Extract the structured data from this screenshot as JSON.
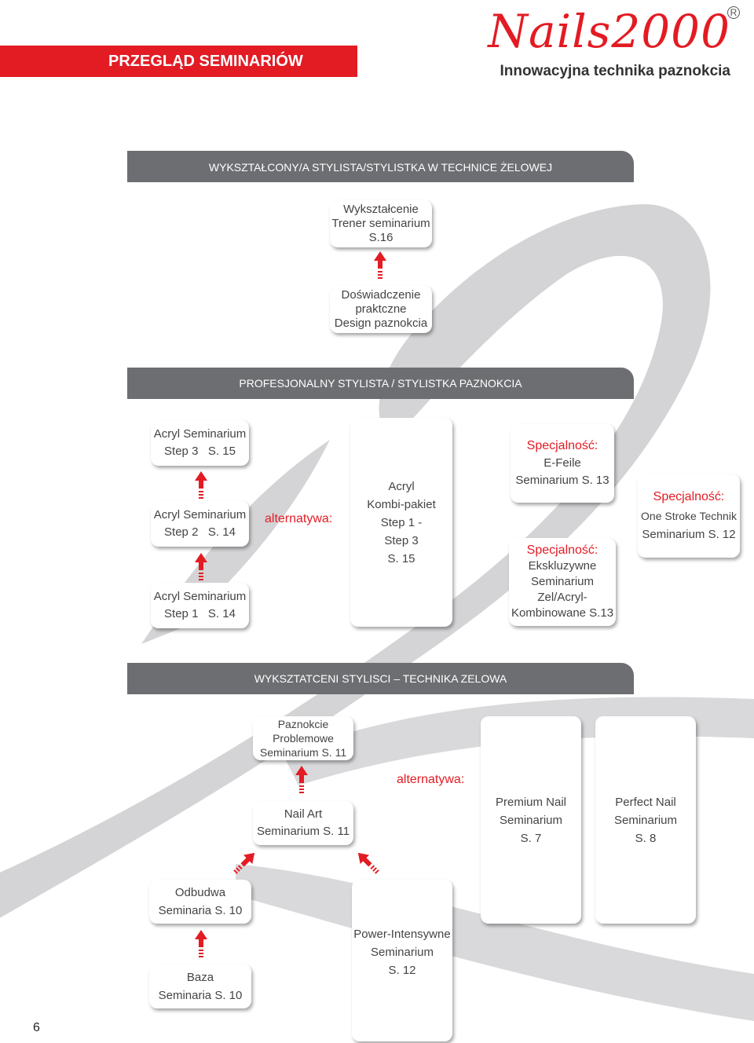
{
  "header": {
    "title": "PRZEGLĄD SEMINARIÓW",
    "logo_text": "Nails2000",
    "logo_tagline": "Innowacyjna technika paznokcia",
    "logo_reg": "R"
  },
  "colors": {
    "accent": "#e31b23",
    "bar": "#6d6e71",
    "swoosh": "#d4d4d6"
  },
  "levels": {
    "top": "WYKSZTAŁCONY/A STYLISTA/STYLISTKA W TECHNICE ŻELOWEJ",
    "middle": "PROFESJONALNY STYLISTA / STYLISTKA PAZNOKCIA",
    "bottom": "WYKSZTATCENI STYLISCI – TECHNIKA ZELOWA"
  },
  "top_section": {
    "trener": [
      "Wykształcenie",
      "Trener seminarium",
      "S.16"
    ],
    "doswiadczenie": [
      "Doświadczenie",
      "praktczne",
      "Design paznokcia"
    ]
  },
  "middle_section": {
    "acryl3": [
      "Acryl Seminarium",
      "Step 3   S. 15"
    ],
    "acryl2": [
      "Acryl Seminarium",
      "Step 2   S. 14"
    ],
    "acryl1": [
      "Acryl Seminarium",
      "Step 1   S. 14"
    ],
    "alternatywa": "alternatywa:",
    "kombi": [
      "Acryl",
      "Kombi-pakiet",
      "Step 1 -",
      "Step 3",
      "S. 15"
    ],
    "efeile": {
      "title": "Specjalność:",
      "lines": [
        "E-Feile",
        "Seminarium S. 13"
      ]
    },
    "ekskluzywne": {
      "title": "Specjalność:",
      "lines": [
        "Ekskluzywne",
        "Seminarium",
        "Zel/Acryl-",
        "Kombinowane S.13"
      ]
    },
    "onestroke": {
      "title": "Specjalność:",
      "lines": [
        "One Stroke Technik",
        "Seminarium S. 12"
      ]
    }
  },
  "bottom_section": {
    "problemowe": [
      "Paznokcie",
      "Problemowe",
      "Seminarium S. 11"
    ],
    "nailart": [
      "Nail Art",
      "Seminarium S. 11"
    ],
    "alternatywa": "alternatywa:",
    "premium": [
      "Premium Nail",
      "Seminarium",
      "S. 7"
    ],
    "perfect": [
      "Perfect Nail",
      "Seminarium",
      "S. 8"
    ],
    "odbudwa": [
      "Odbudwa",
      "Seminaria S. 10"
    ],
    "baza": [
      "Baza",
      "Seminaria S. 10"
    ],
    "power": [
      "Power-Intensywne",
      "Seminarium",
      "S. 12"
    ]
  },
  "page_number": "6"
}
